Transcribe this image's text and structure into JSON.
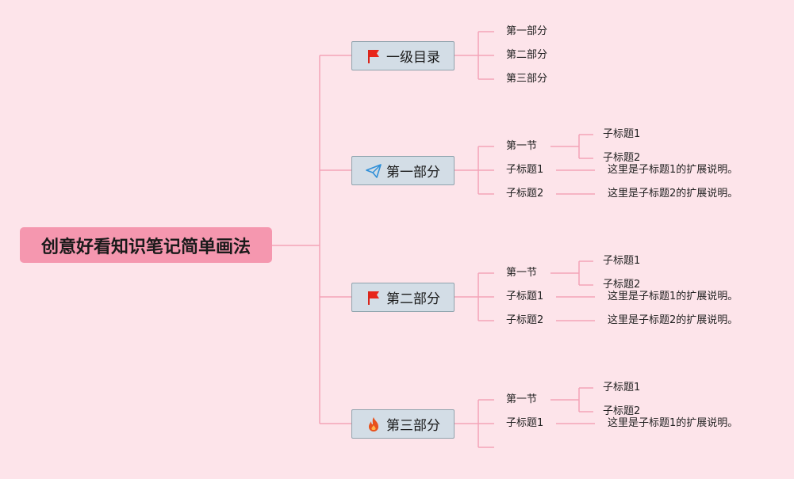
{
  "root": {
    "title": "创意好看知识笔记简单画法"
  },
  "branches": [
    {
      "label": "一级目录",
      "icon": "red-flag-icon",
      "children": [
        {
          "label": "第一部分"
        },
        {
          "label": "第二部分"
        },
        {
          "label": "第三部分"
        }
      ]
    },
    {
      "label": "第一部分",
      "icon": "paper-plane-icon",
      "children": [
        {
          "label": "第一节",
          "children": [
            "子标题1",
            "子标题2"
          ]
        },
        {
          "label": "子标题1",
          "note": "这里是子标题1的扩展说明。"
        },
        {
          "label": "子标题2",
          "note": "这里是子标题2的扩展说明。"
        }
      ]
    },
    {
      "label": "第二部分",
      "icon": "red-flag-icon",
      "children": [
        {
          "label": "第一节",
          "children": [
            "子标题1",
            "子标题2"
          ]
        },
        {
          "label": "子标题1",
          "note": "这里是子标题1的扩展说明。"
        },
        {
          "label": "子标题2",
          "note": "这里是子标题2的扩展说明。"
        }
      ]
    },
    {
      "label": "第三部分",
      "icon": "fire-icon",
      "children": [
        {
          "label": "第一节",
          "children": [
            "子标题1",
            "子标题2"
          ]
        },
        {
          "label": "子标题1",
          "note": "这里是子标题1的扩展说明。"
        },
        {
          "label": ""
        }
      ]
    }
  ],
  "colors": {
    "background": "#fde4ea",
    "root_fill": "#f597af",
    "branch_fill": "#d3dde6",
    "branch_border": "#8fa3ad",
    "connector": "#f4a3b8"
  }
}
